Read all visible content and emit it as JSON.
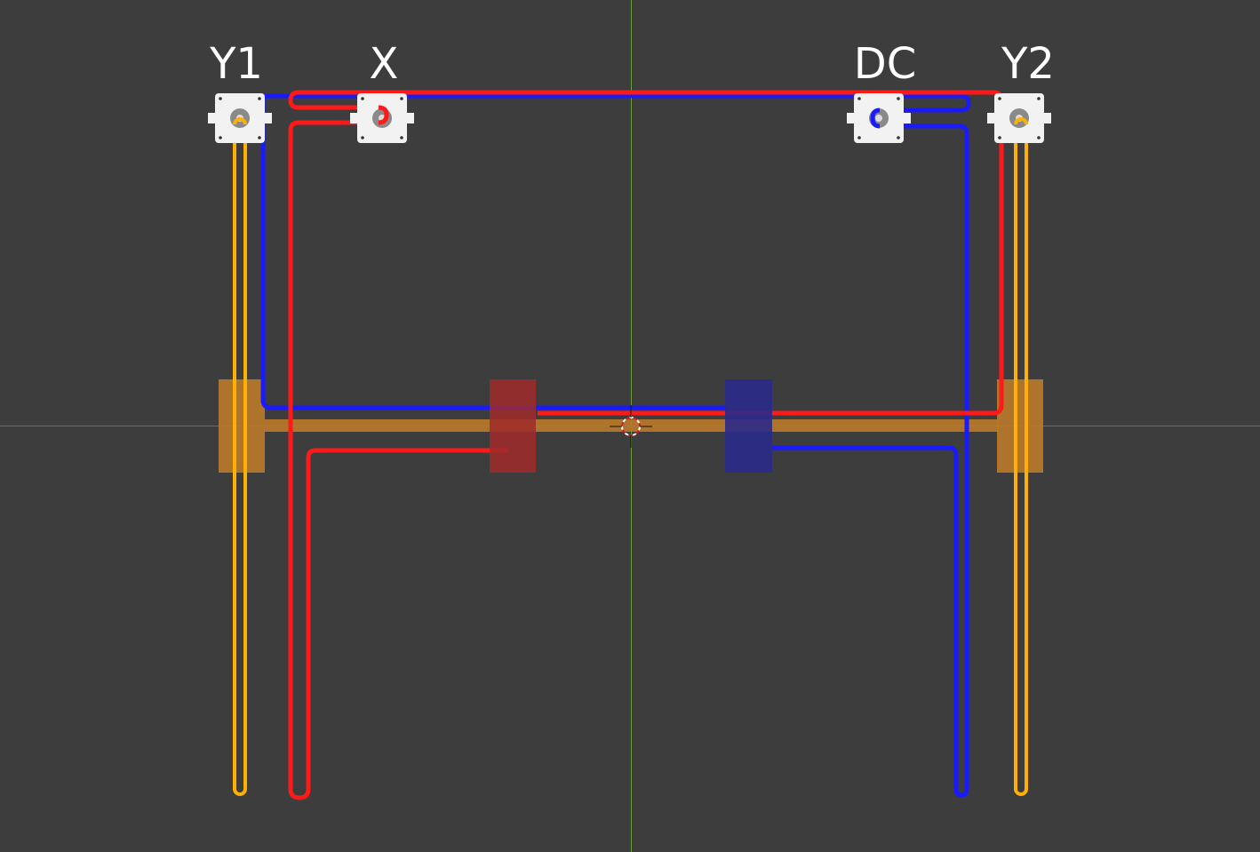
{
  "viewport": {
    "background": "#3d3d3d",
    "axis_x_color": "#b84a4a",
    "axis_y_color": "#6a9a3a"
  },
  "motors": [
    {
      "label": "Y1",
      "name": "motor-y1"
    },
    {
      "label": "X",
      "name": "motor-x"
    },
    {
      "label": "DC",
      "name": "motor-dc"
    },
    {
      "label": "Y2",
      "name": "motor-y2"
    }
  ],
  "belts": {
    "y_color": "#ffb000",
    "x_color": "#ff1a1a",
    "dc_color": "#1a1aff"
  },
  "carriages": {
    "gantry_color": "#b9782a",
    "x_carriage_color": "#9a2a2a",
    "dc_carriage_color": "#2a2a8a"
  },
  "icons": {
    "cursor": "3d-cursor-icon",
    "motor": "stepper-motor-icon"
  }
}
